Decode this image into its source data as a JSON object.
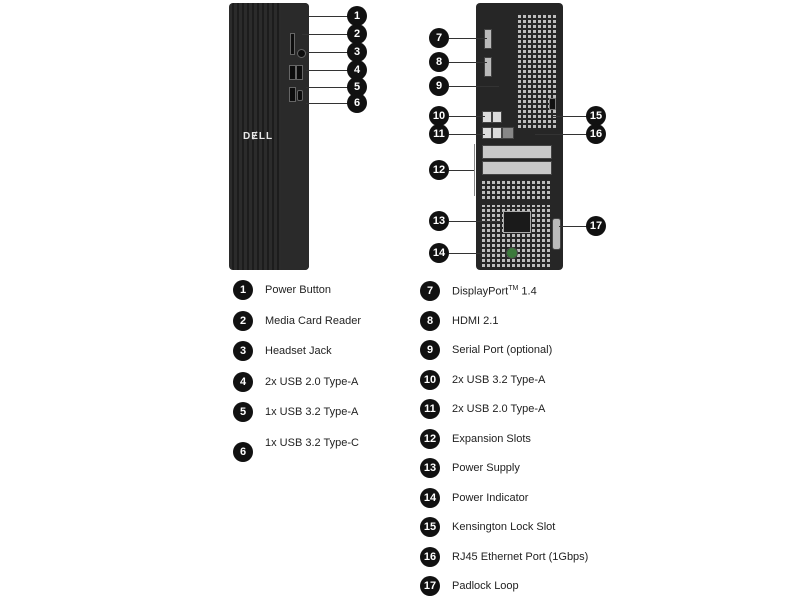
{
  "brand_logo": "DɆLL",
  "front_callouts": [
    "1",
    "2",
    "3",
    "4",
    "5",
    "6"
  ],
  "back_callouts": [
    "7",
    "8",
    "9",
    "10",
    "11",
    "12",
    "13",
    "14",
    "15",
    "16",
    "17"
  ],
  "legend_left": [
    {
      "num": "1",
      "label": "Power Button"
    },
    {
      "num": "2",
      "label": "Media Card Reader"
    },
    {
      "num": "3",
      "label": "Headset Jack"
    },
    {
      "num": "4",
      "label": "2x USB 2.0 Type-A"
    },
    {
      "num": "5",
      "label": "1x USB 3.2 Type-A"
    },
    {
      "num": "6",
      "label": "1x USB 3.2 Type-C"
    }
  ],
  "legend_right": [
    {
      "num": "7",
      "label_main": "DisplayPort",
      "label_sup": "TM",
      "label_tail": " 1.4"
    },
    {
      "num": "8",
      "label": "HDMI 2.1"
    },
    {
      "num": "9",
      "label": "Serial Port (optional)"
    },
    {
      "num": "10",
      "label": "2x USB 3.2 Type-A"
    },
    {
      "num": "11",
      "label": "2x USB 2.0 Type-A"
    },
    {
      "num": "12",
      "label": "Expansion Slots"
    },
    {
      "num": "13",
      "label": "Power Supply"
    },
    {
      "num": "14",
      "label": "Power Indicator"
    },
    {
      "num": "15",
      "label": "Kensington Lock Slot"
    },
    {
      "num": "16",
      "label": "RJ45 Ethernet Port (1Gbps)"
    },
    {
      "num": "17",
      "label": "Padlock Loop"
    }
  ]
}
